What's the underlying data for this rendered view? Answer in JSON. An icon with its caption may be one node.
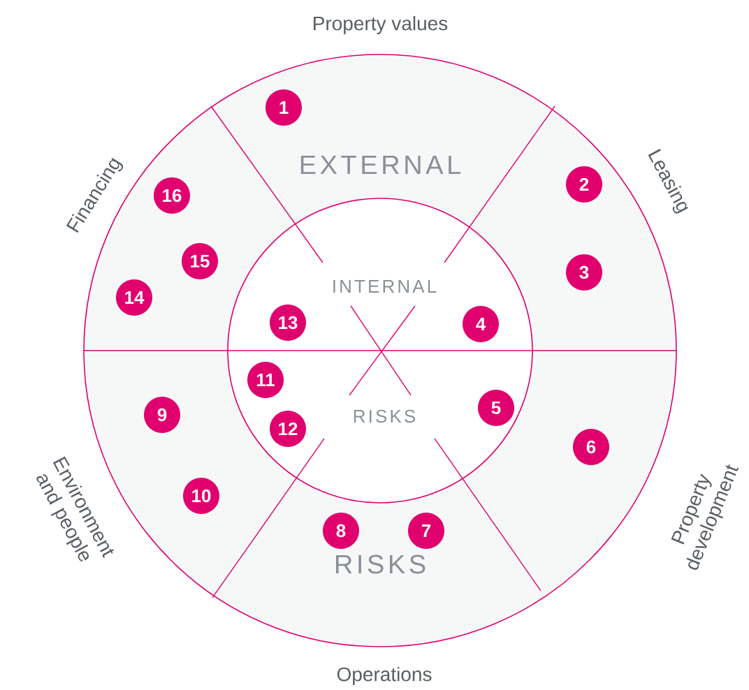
{
  "diagram": {
    "nodes": [
      {
        "text": [
          "1"
        ]
      },
      {
        "text": [
          "2"
        ]
      },
      {
        "text": [
          "3"
        ]
      },
      {
        "text": [
          "4"
        ]
      },
      {
        "text": [
          "5"
        ]
      },
      {
        "text": [
          "6"
        ]
      },
      {
        "text": [
          "7"
        ]
      },
      {
        "text": [
          "8"
        ]
      },
      {
        "text": [
          "9"
        ]
      },
      {
        "text": [
          "10"
        ]
      },
      {
        "text": [
          "11"
        ]
      },
      {
        "text": [
          "12"
        ]
      },
      {
        "text": [
          "13"
        ]
      },
      {
        "text": [
          "14"
        ]
      },
      {
        "text": [
          "15"
        ]
      },
      {
        "text": [
          "16"
        ]
      }
    ],
    "labels": [
      "Property values",
      "Financing",
      "EXTERNAL",
      "Leasing",
      "INTERNAL",
      "RISKS",
      "Environment and people",
      "Property development",
      "RISKS",
      "Operations"
    ]
  }
}
